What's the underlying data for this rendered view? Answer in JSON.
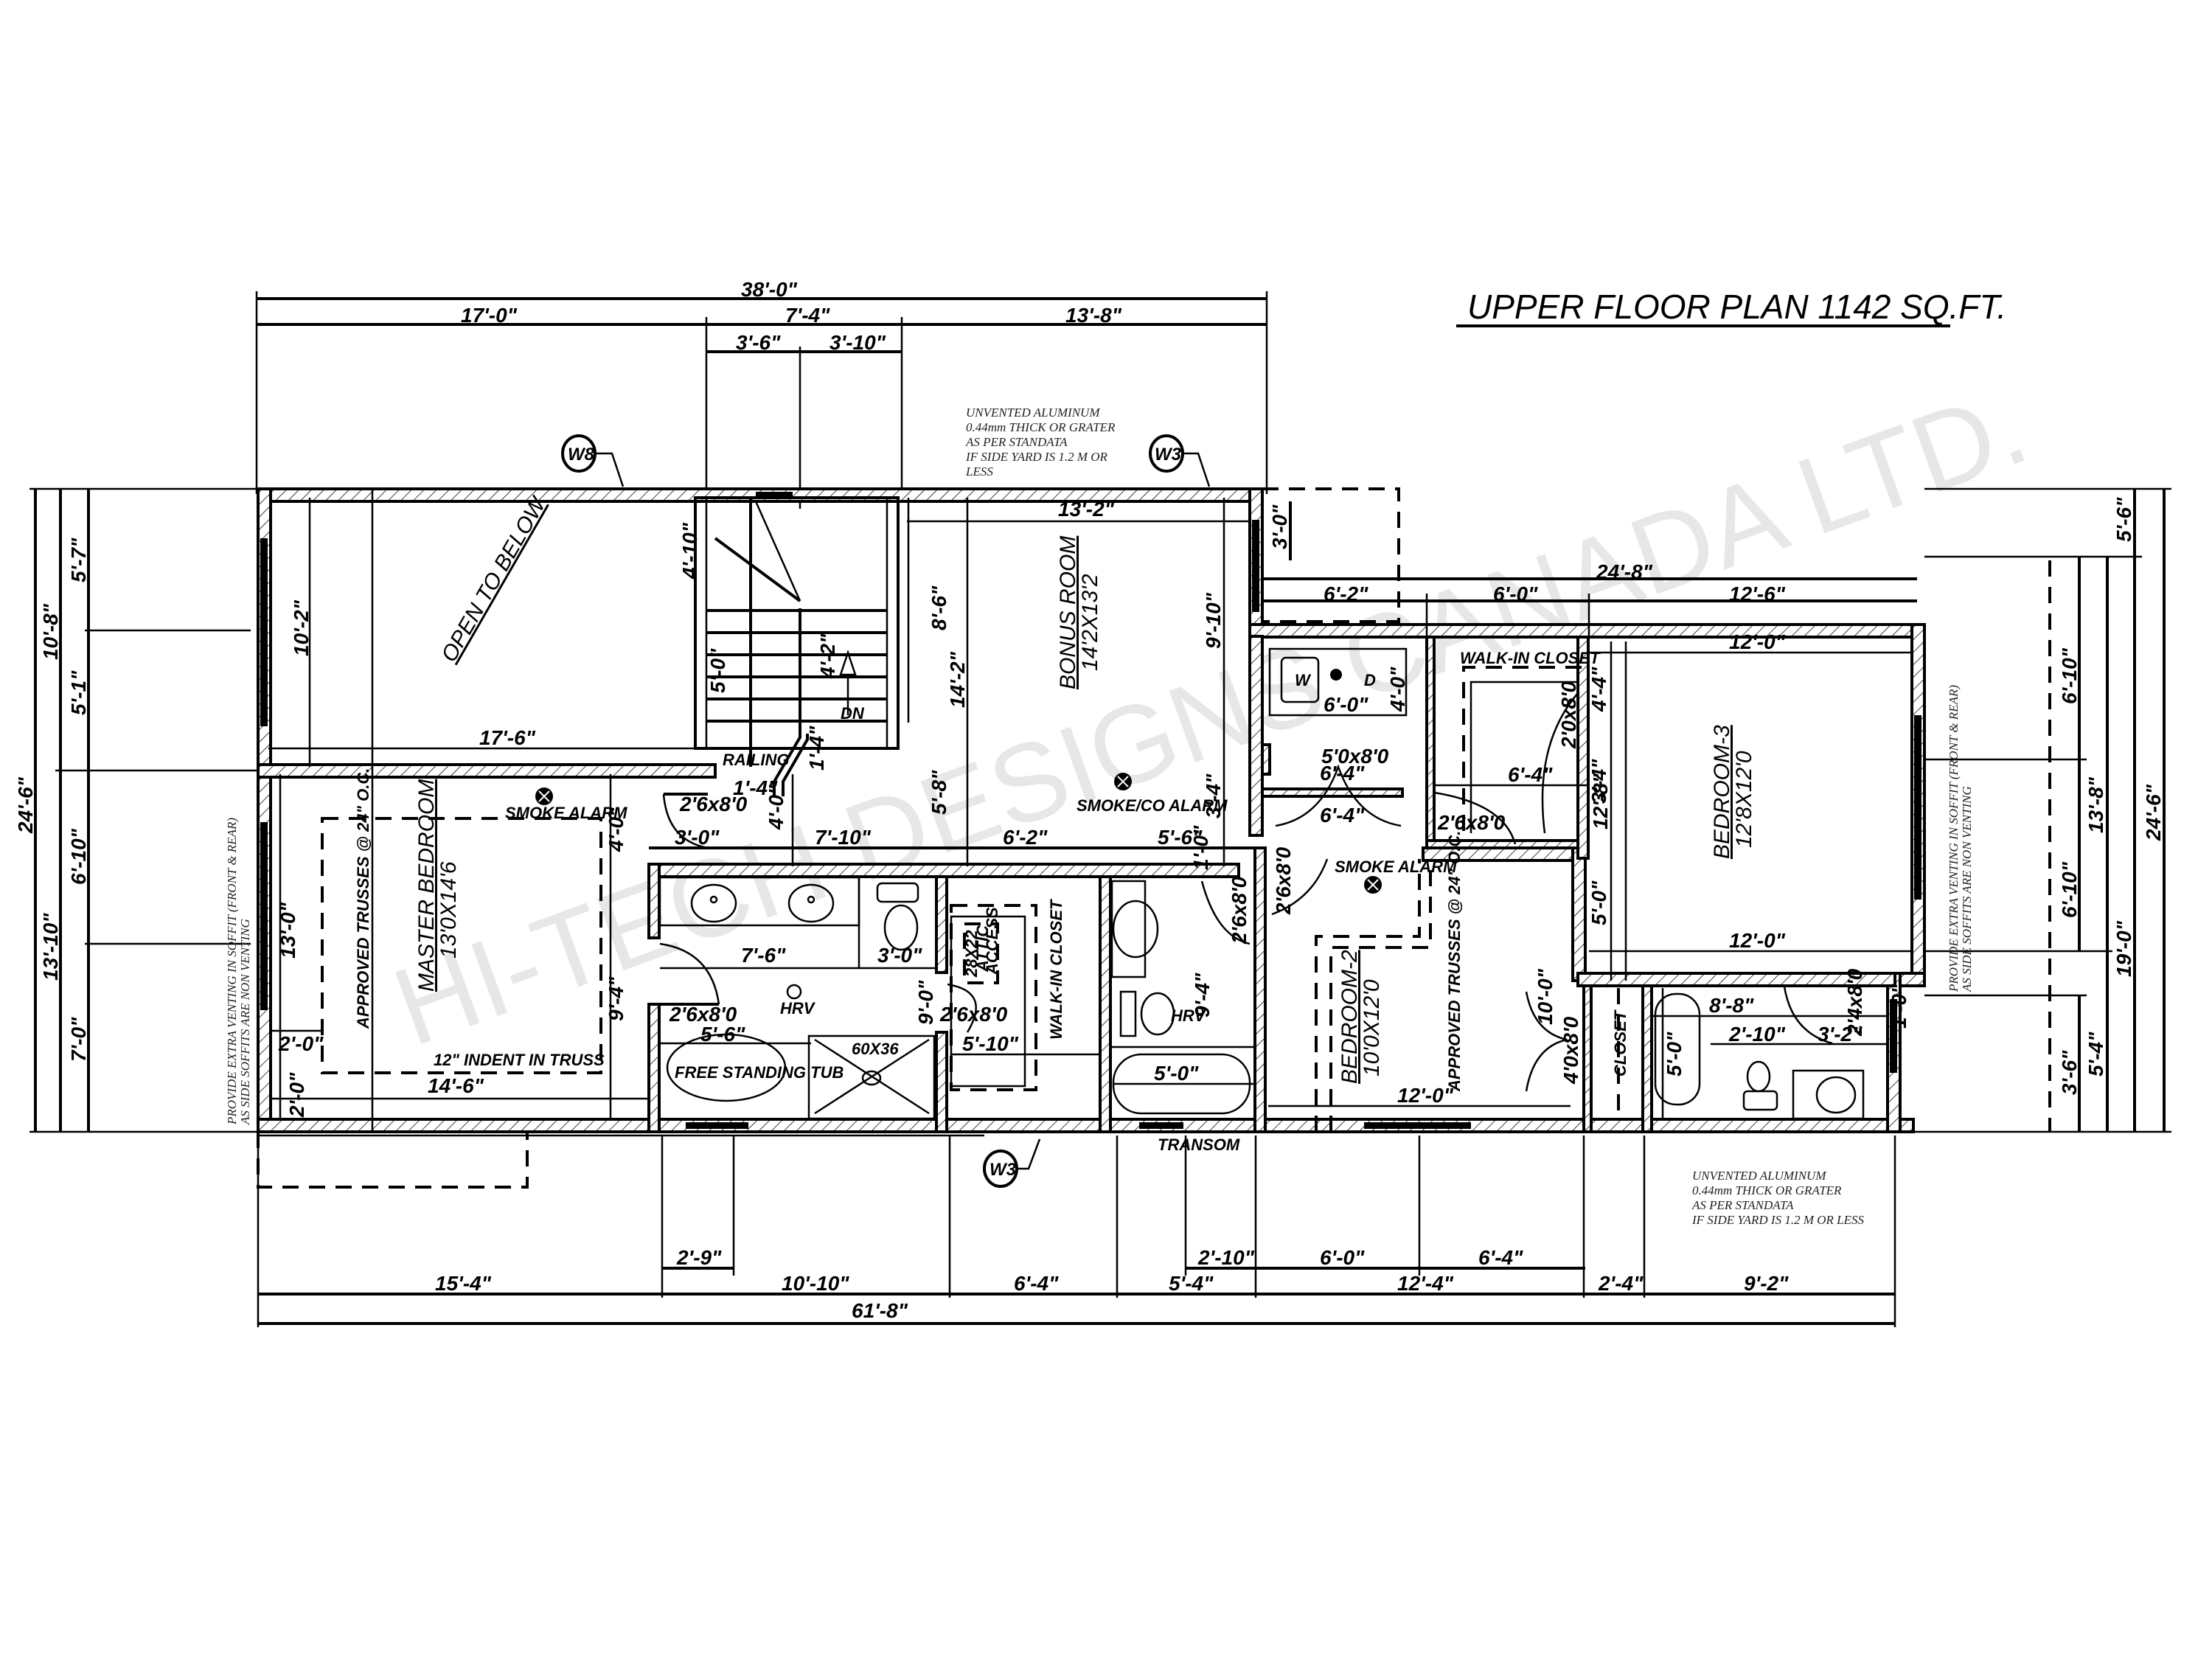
{
  "title": "UPPER FLOOR PLAN 1142 SQ.FT.",
  "watermark": "HI-TECH DESIGNS CANADA LTD.",
  "rooms": {
    "master_bedroom": {
      "name": "MASTER BEDROOM",
      "size": "13'0X14'6"
    },
    "bonus_room": {
      "name": "BONUS ROOM",
      "size": "14'2X13'2"
    },
    "bedroom_2": {
      "name": "BEDROOM-2",
      "size": "10'0X12'0"
    },
    "bedroom_3": {
      "name": "BEDROOM-3",
      "size": "12'8X12'0"
    },
    "open_to_below": "OPEN TO BELOW",
    "walk_in_closet_master": "WALK-IN CLOSET",
    "walk_in_closet_bed3": "WALK-IN CLOSET",
    "closet": "CLOSET"
  },
  "labels": {
    "smoke_alarm": "SMOKE ALARM",
    "smoke_co_alarm": "SMOKE/CO ALARM",
    "railing": "RAILING",
    "dn": "DN",
    "hrv": "HRV",
    "free_standing_tub": "FREE STANDING TUB",
    "shower": "60X36",
    "attic_access": [
      "28X22",
      "ATTIC",
      "ACCESS"
    ],
    "approved_trusses": "APPROVED TRUSSES @ 24\" O.C.",
    "indent_in_truss": "12\" INDENT IN TRUSS",
    "transom": "TRANSOM",
    "washer": "W",
    "dryer": "D"
  },
  "window_tags": [
    "W8",
    "W3",
    "W3"
  ],
  "doors": [
    "2'6x8'0",
    "2'6x8'0",
    "2'6x8'0",
    "2'6x8'0",
    "2'6x8'0",
    "2'6x8'0",
    "2'0x8'0",
    "2'4x8'0",
    "4'0x8'0",
    "5'0x8'0",
    "2'6x8'0"
  ],
  "notes": {
    "unvented_top": [
      "UNVENTED ALUMINUM",
      "0.44mm THICK OR GRATER",
      "AS PER STANDATA",
      "IF SIDE YARD IS 1.2 M OR",
      "LESS"
    ],
    "unvented_bottom": [
      "UNVENTED ALUMINUM",
      "0.44mm THICK OR GRATER",
      "AS PER STANDATA",
      "IF SIDE YARD IS 1.2 M OR LESS"
    ],
    "venting_left": [
      "PROVIDE EXTRA VENTING IN SOFFIT (FRONT & REAR)",
      "AS SIDE SOFFITS ARE NON VENTING"
    ],
    "venting_right": [
      "PROVIDE EXTRA VENTING IN SOFFIT (FRONT & REAR)",
      "AS SIDE SOFFITS ARE NON VENTING"
    ]
  },
  "dimensions": {
    "top": {
      "overall": "38'-0\"",
      "segments": [
        "17'-0\"",
        "7'-4\"",
        "13'-8\""
      ],
      "stair": [
        "3'-6\"",
        "3'-10\""
      ]
    },
    "right_block_top": {
      "overall": "24'-8\"",
      "segments": [
        "6'-2\"",
        "6'-0\"",
        "12'-6\""
      ]
    },
    "bottom": {
      "overall": "61'-8\"",
      "segments": [
        "15'-4\"",
        "10'-10\"",
        "6'-4\"",
        "5'-4\"",
        "12'-4\"",
        "2'-4\"",
        "9'-2\""
      ],
      "sub": [
        "2'-9\"",
        "2'-10\"",
        "6'-0\"",
        "6'-4\""
      ]
    },
    "left": {
      "overall": "24'-6\"",
      "mid": [
        "10'-8\"",
        "13'-10\""
      ],
      "inner": [
        "5'-7\"",
        "5'-1\"",
        "6'-10\"",
        "7'-0\""
      ]
    },
    "right": {
      "overall": "24'-6\"",
      "top": "5'-6\"",
      "mid": "19'-0\"",
      "sub": [
        "13'-8\"",
        "5'-4\""
      ],
      "inner": [
        "6'-10\"",
        "6'-10\"",
        "3'-6\""
      ]
    },
    "interior": {
      "open_below_h": "10'-2\"",
      "open_below_w": "17'-6\"",
      "stair_a": "4'-10\"",
      "stair_b": "5'-0\"",
      "stair_c": "4'-2\"",
      "rail_a": "1'-4\"",
      "rail_b": "1'-4\"",
      "bonus_w": "13'-2\"",
      "bonus_h": "14'-2\"",
      "bonus_a": "8'-6\"",
      "bonus_b": "5'-8\"",
      "bonus_c": "9'-10\"",
      "bonus_d": "3'-4\"",
      "nook_h": "3'-0\"",
      "nook_w": "6'-2\"",
      "laundry_w": "6'-0\"",
      "laundry_h": "4'-0\"",
      "hall_a": "6'-4\"",
      "hall_b": "6'-4\"",
      "hall_c": "6'-4\"",
      "hall_d": "3'-4\"",
      "bed3_w_top": "12'-0\"",
      "bed3_w_bot": "12'-0\"",
      "bed3_h": "12'-8\"",
      "bed3_a": "4'-4\"",
      "bed3_b": "5'-0\"",
      "master_a": "13'-0\"",
      "master_b": "14'-6\"",
      "master_c": "9'-4\"",
      "master_d": "4'-0\"",
      "master_e": "2'-0\"",
      "master_f": "2'-0\"",
      "hall_e": "3'-0\"",
      "hall_f": "4'-0\"",
      "hall_g": "7'-10\"",
      "hall_h": "6'-2\"",
      "hall_i": "5'-6\"",
      "hall_j": "1'-0\"",
      "ens_a": "7'-6\"",
      "ens_b": "3'-0\"",
      "ens_c": "5'-6\"",
      "ens_d": "9'-0\"",
      "wic_w": "5'-10\"",
      "bath_h": "9'-4\"",
      "bath_tub": "5'-0\"",
      "bed2_w": "12'-0\"",
      "bed2_a": "10'-0\"",
      "bath3_a": "8'-8\"",
      "bath3_b": "2'-10\"",
      "bath3_c": "3'-2\"",
      "bath3_d": "5'-0\"",
      "bath3_e": "1'-0\""
    }
  },
  "colors": {
    "ink": "#000000",
    "paper": "#ffffff",
    "watermark": "#cfcfcf"
  }
}
